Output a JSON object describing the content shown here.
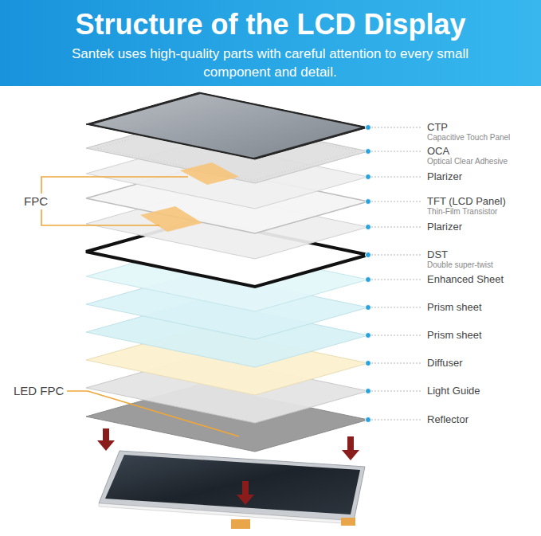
{
  "diagram": {
    "title": "Structure of the LCD Display",
    "labels": [
      "Santek uses high-quality parts with careful attention to every small component and detail.",
      "CTP",
      "Capacitive Touch Panel",
      "OCA",
      "Optical Clear Adhesive",
      "Plarizer",
      "TFT (LCD Panel)",
      "Thin-Film Transistor",
      "Plarizer",
      "DST",
      "Double super-twist",
      "Enhanced Sheet",
      "Prism sheet",
      "Prism sheet",
      "Diffuser",
      "Light Guide",
      "Reflector",
      "FPC",
      "LED FPC"
    ]
  }
}
